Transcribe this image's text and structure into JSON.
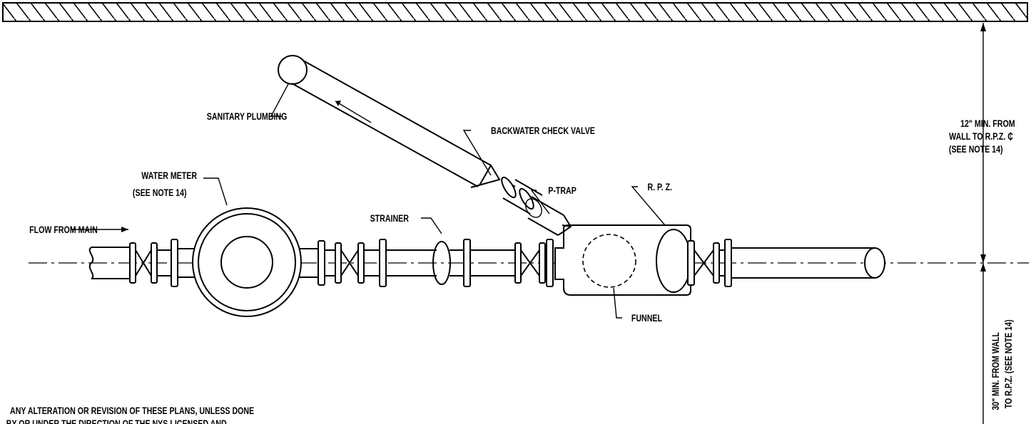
{
  "labels": {
    "sanitary_plumbing": "SANITARY PLUMBING",
    "backwater_check_valve": "BACKWATER CHECK VALVE",
    "water_meter": "WATER METER",
    "water_meter_note": "(SEE NOTE 14)",
    "p_trap": "P-TRAP",
    "rpz": "R. P. Z.",
    "strainer": "STRAINER",
    "flow_from_main": "FLOW FROM MAIN",
    "funnel": "FUNNEL",
    "wall_dim_line1": "12\" MIN. FROM",
    "wall_dim_line2": "WALL TO R.P.Z. ₵",
    "wall_dim_line3": "(SEE NOTE 14)",
    "vert_dim_line1": "30\" MIN. FROM WALL",
    "vert_dim_line2": "TO R.P.Z. (SEE NOTE 14)"
  },
  "notes": {
    "line1": "ANY ALTERATION OR REVISION OF THESE PLANS, UNLESS DONE",
    "line2": "BY OR UNDER THE DIRECTION OF THE NYS LICENSED AND"
  }
}
